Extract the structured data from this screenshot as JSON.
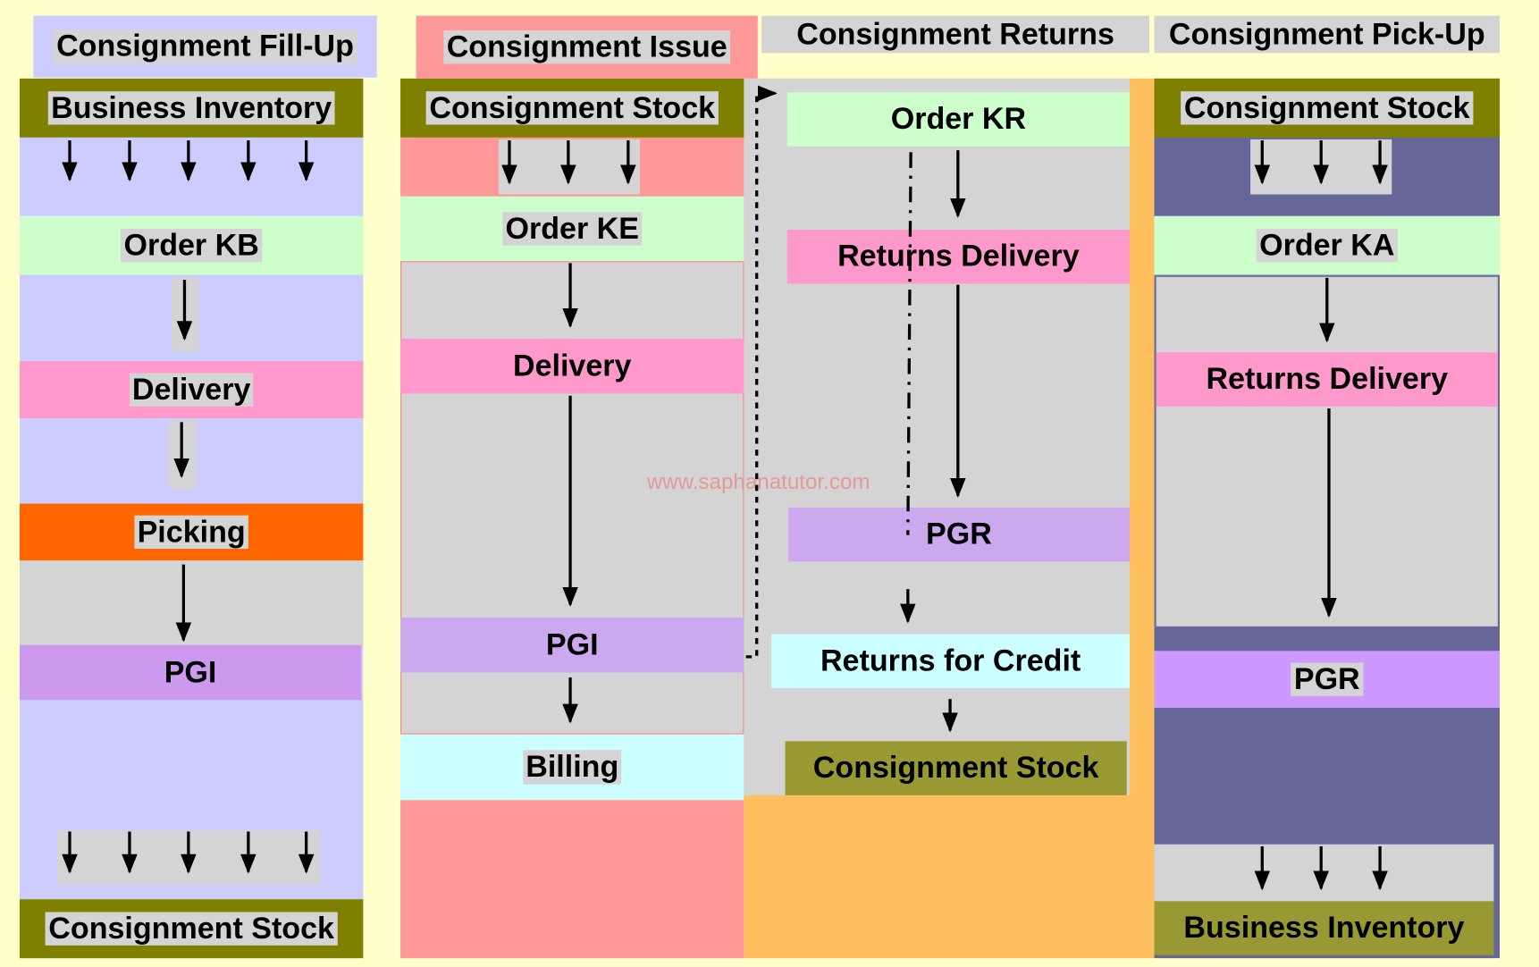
{
  "headers": {
    "fill_up": "Consignment Fill-Up",
    "issue": "Consignment Issue",
    "returns": "Consignment Returns",
    "pick_up": "Consignment Pick-Up"
  },
  "fill_up": {
    "start": "Business Inventory",
    "order": "Order KB",
    "delivery": "Delivery",
    "picking": "Picking",
    "pgi": "PGI",
    "end": "Consignment Stock"
  },
  "issue": {
    "start": "Consignment Stock",
    "order": "Order KE",
    "delivery": "Delivery",
    "pgi": "PGI",
    "billing": "Billing"
  },
  "returns": {
    "order": "Order KR",
    "delivery": "Returns Delivery",
    "pgr": "PGR",
    "credit": "Returns for Credit",
    "end": "Consignment Stock"
  },
  "pick_up": {
    "start": "Consignment Stock",
    "order": "Order KA",
    "delivery": "Returns Delivery",
    "pgr": "PGR",
    "end": "Business Inventory"
  },
  "watermark": "www.saphanatutor.com",
  "colors": {
    "page_bg": "#ffffcc",
    "lavender": "#ccccff",
    "olive_dark": "#808000",
    "olive_light": "#999933",
    "light_green": "#ccffcc",
    "pink": "#ff99cc",
    "orange": "#ff6600",
    "gray": "#d4d4d4",
    "purple": "#cc99ff",
    "salmon": "#ff9999",
    "light_cyan": "#ccffff",
    "amber": "#ffbf5f",
    "slate": "#666699"
  }
}
